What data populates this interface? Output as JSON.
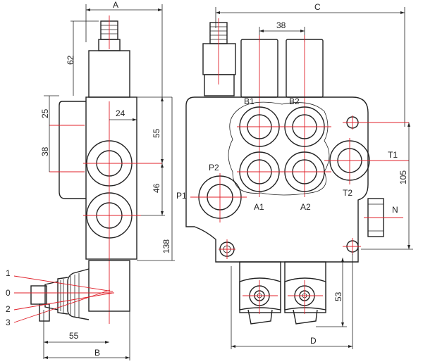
{
  "dimensions": {
    "a": "A",
    "b": "B",
    "c": "C",
    "d": "D",
    "d62": "62",
    "d25": "25",
    "d24": "24",
    "d55top": "55",
    "d38left": "38",
    "d46": "46",
    "d138": "138",
    "d55bottom": "55",
    "d38top": "38",
    "d105": "105",
    "d53": "53"
  },
  "ports": {
    "b1": "B1",
    "b2": "B2",
    "p2": "P2",
    "p1": "P1",
    "a1": "A1",
    "a2": "A2",
    "t1": "T1",
    "t2": "T2",
    "n": "N"
  },
  "positions": {
    "p1": "1",
    "p0": "0",
    "p2": "2",
    "p3": "3"
  }
}
